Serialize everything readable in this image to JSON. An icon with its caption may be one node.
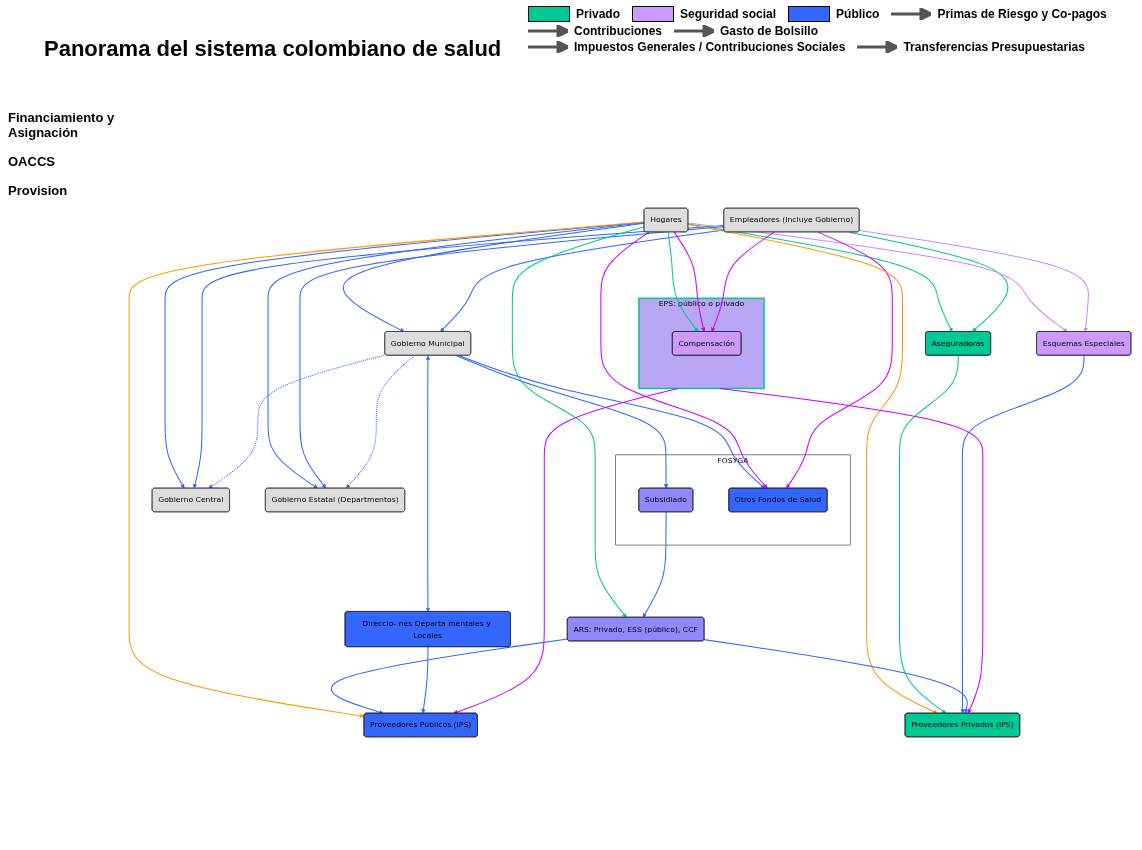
{
  "diagram": {
    "title": "Panorama del sistema colombiano de salud",
    "nodes": [
      {
        "text": [
          "Hogares"
        ]
      },
      {
        "text": [
          "Empleadores (Incluye Gobierno)"
        ]
      },
      {
        "text": [
          "Gobierno Central"
        ]
      },
      {
        "text": [
          "Gobierno Estatal (Departmentos)"
        ]
      },
      {
        "text": [
          "Gobierno Municipal"
        ]
      },
      {
        "text": [
          "Aseguradoras"
        ]
      },
      {
        "text": [
          "Esquemas Especiales"
        ]
      },
      {
        "text": [
          "EPS: público o privado"
        ]
      },
      {
        "text": [
          "Compensación"
        ],
        "in": 7
      },
      {
        "text": [
          "FOSYGA"
        ]
      },
      {
        "text": [
          "Subsidiado"
        ],
        "in": 9
      },
      {
        "text": [
          "Otros Fondos de Salud"
        ],
        "in": 9
      },
      {
        "text": [
          "Direccio- nes Departa mentales y Locales"
        ]
      },
      {
        "text": [
          "ARS: Privado, ESS (público), CCF"
        ]
      },
      {
        "text": [
          "Proveedores Privados (IPS)"
        ]
      },
      {
        "text": [
          "Proveedores Públicos (IPS)"
        ]
      }
    ],
    "edges": [
      {
        "from": 0,
        "to": 2,
        "arrow": "to"
      },
      {
        "from": 0,
        "to": 3,
        "arrow": "to"
      },
      {
        "from": 0,
        "to": 4,
        "arrow": "to"
      },
      {
        "from": 1,
        "to": 2,
        "arrow": "to"
      },
      {
        "from": 1,
        "to": 3,
        "arrow": "to"
      },
      {
        "from": 1,
        "to": 4,
        "arrow": "to"
      },
      {
        "from": 4,
        "to": 2,
        "arrow": "to",
        "style": "dashed"
      },
      {
        "from": 4,
        "to": 3,
        "arrow": "to",
        "style": "dashed"
      },
      {
        "from": 4,
        "to": 12,
        "arrow": "both"
      },
      {
        "from": 4,
        "to": 10,
        "arrow": "to"
      },
      {
        "from": 4,
        "to": 11,
        "arrow": "to"
      },
      {
        "from": 0,
        "to": 5,
        "arrow": "to",
        "color": "#00c896"
      },
      {
        "from": 1,
        "to": 5,
        "arrow": "to",
        "color": "#00c896"
      },
      {
        "from": 0,
        "to": 6,
        "arrow": "to",
        "color": "#cc88ff"
      },
      {
        "from": 1,
        "to": 6,
        "arrow": "to",
        "color": "#cc88ff"
      },
      {
        "from": 0,
        "to": 8,
        "arrow": "to",
        "color": "#00c896"
      },
      {
        "from": 0,
        "to": 8,
        "arrow": "to",
        "color": "#cc00ff"
      },
      {
        "from": 1,
        "to": 8,
        "arrow": "to",
        "color": "#cc00ff"
      },
      {
        "from": 0,
        "to": 11,
        "arrow": "to",
        "color": "#cc00ff"
      },
      {
        "from": 1,
        "to": 11,
        "arrow": "to",
        "color": "#cc00ff"
      },
      {
        "from": 0,
        "to": 13,
        "arrow": "to",
        "color": "#00c896"
      },
      {
        "from": 10,
        "to": 13,
        "arrow": "to"
      },
      {
        "from": 0,
        "to": 14,
        "arrow": "to",
        "color": "#ff9900"
      },
      {
        "from": 0,
        "to": 15,
        "arrow": "to",
        "color": "#ff9900"
      },
      {
        "from": 5,
        "to": 14,
        "arrow": "to",
        "color": "#00c896"
      },
      {
        "from": 6,
        "to": 14,
        "arrow": "to"
      },
      {
        "from": 7,
        "to": 14,
        "arrow": "to",
        "color": "#cc00ff"
      },
      {
        "from": 7,
        "to": 15,
        "arrow": "to",
        "color": "#cc00ff"
      },
      {
        "from": 13,
        "to": 14,
        "arrow": "to"
      },
      {
        "from": 13,
        "to": 15,
        "arrow": "to"
      },
      {
        "from": 12,
        "to": 15,
        "arrow": "to"
      }
    ],
    "labels": [
      "Financiamiento y Asignación",
      "OACCS",
      "Provision"
    ],
    "legend": [
      {
        "text": "Privado",
        "color": "#00c896"
      },
      {
        "text": "Seguridad social",
        "color": "#cc99ff"
      },
      {
        "text": "Público",
        "color": "#3366ff"
      },
      {
        "text": "Primas de Riesgo y Co-pagos"
      },
      {
        "text": "Contribuciones"
      },
      {
        "text": "Gasto de Bolsillo"
      },
      {
        "text": "Impuestos Generales / Contribuciones Sociales"
      },
      {
        "text": "Transferencias Presupuestarias"
      }
    ]
  }
}
